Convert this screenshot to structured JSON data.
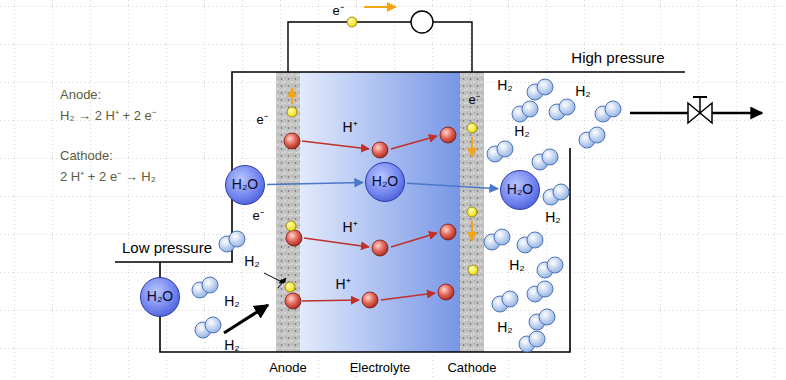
{
  "diagram": {
    "nodes": [
      {
        "text": [
          "H₂O"
        ]
      },
      {
        "text": [
          "H₂O"
        ]
      },
      {
        "text": [
          "H₂O"
        ]
      },
      {
        "text": [
          "H₂O"
        ]
      }
    ],
    "edges": [
      {
        "from": 0,
        "to": 1,
        "arrow": "to"
      },
      {
        "from": 1,
        "to": 2,
        "arrow": "to"
      }
    ],
    "labels": [
      "Anode:",
      "H₂ → 2 H⁺ + 2 e⁻",
      "Cathode:",
      "2 H⁺ + 2 e⁻ → H₂",
      "High pressure",
      "Low pressure",
      "e⁻",
      "e⁻",
      "e⁻",
      "e⁻",
      "H⁺",
      "H⁺",
      "H⁺",
      "H₂",
      "H₂",
      "H₂",
      "H₂",
      "H₂",
      "H₂",
      "H₂",
      "H₂",
      "H₂",
      "Anode",
      "Electrolyte",
      "Cathode"
    ]
  }
}
